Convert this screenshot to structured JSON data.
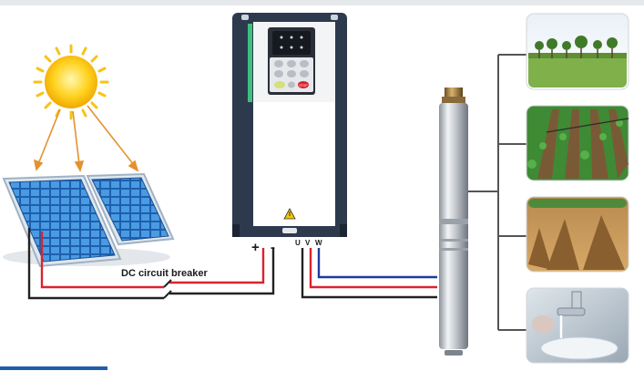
{
  "labels": {
    "breaker": "DC circuit breaker",
    "plus": "+",
    "minus": "-",
    "u": "U",
    "v": "V",
    "w": "W",
    "stop_key": "STOP"
  },
  "applications": [
    {
      "icon": "orchard-icon"
    },
    {
      "icon": "drip-irrigation-field-icon"
    },
    {
      "icon": "dry-soil-icon"
    },
    {
      "icon": "water-faucet-icon"
    }
  ],
  "colors": {
    "dc_positive": "#d9232e",
    "dc_negative": "#222222",
    "ac_line": "#1f3a9e",
    "inverter_frame": "#2d3a4e",
    "inverter_accent": "#3fbf7f",
    "sun": "#f7c315",
    "solar_panel": "#2f7fcf"
  }
}
